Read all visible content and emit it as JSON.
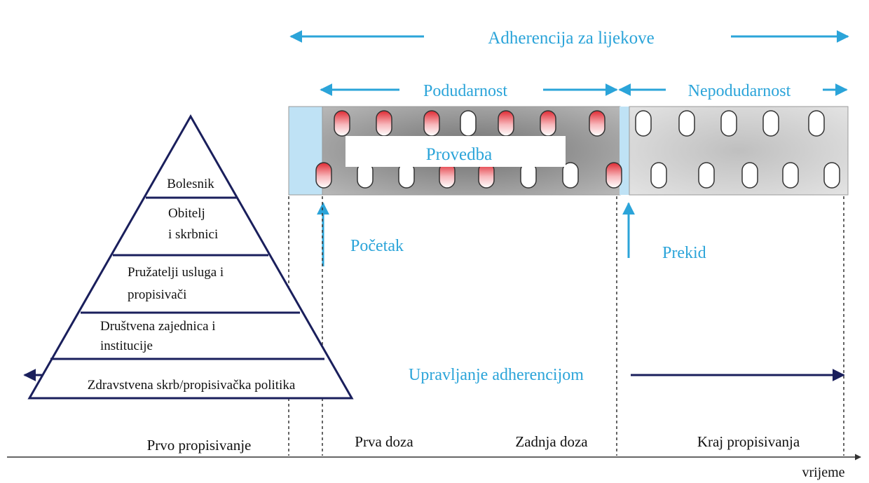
{
  "top": {
    "adherence_title": "Adherencija za lijekove",
    "compliance_label": "Podudarnost",
    "noncompliance_label": "Nepodudarnost",
    "implementation_label": "Provedba"
  },
  "events": {
    "start_label": "Početak",
    "stop_label": "Prekid"
  },
  "pyramid": {
    "levels": [
      "Bolesnik",
      "Obitelj",
      "i skrbnici",
      "Pružatelji usluga i",
      "propisivači",
      "Društvena zajednica i",
      "institucije",
      "Zdravstvena skrb/propisivačka politika"
    ]
  },
  "management_label": "Upravljanje adherencijom",
  "timeline": {
    "first_prescription": "Prvo propisivanje",
    "first_dose": "Prva doza",
    "last_dose": "Zadnja doza",
    "end_prescription": "Kraj propisivanja",
    "axis_label": "vrijeme"
  },
  "colors": {
    "accent_blue": "#2ba4d9",
    "navy": "#1a1f5c",
    "pill_red": "#e8383f",
    "band_gray": "#a9a9a9",
    "band_light": "#dcdcdc",
    "light_blue": "#bfe2f5"
  }
}
